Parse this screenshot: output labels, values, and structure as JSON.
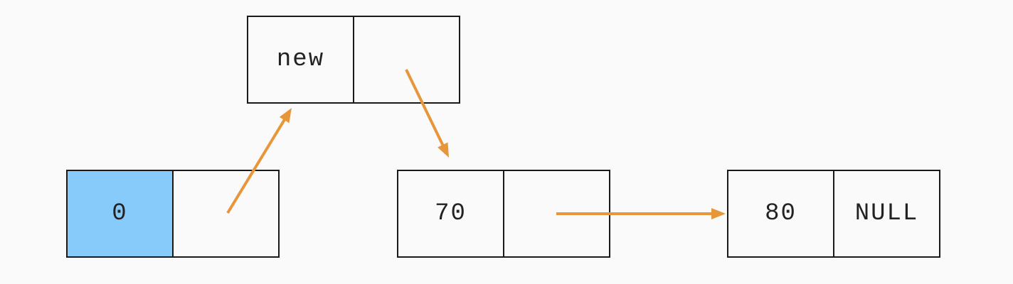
{
  "colors": {
    "arrow": "#e8963a",
    "highlight": "#87cbfb",
    "border": "#1a1a1a"
  },
  "nodes": {
    "head": {
      "data": "0",
      "pointer": ""
    },
    "new": {
      "data": "new",
      "pointer": ""
    },
    "n70": {
      "data": "70",
      "pointer": ""
    },
    "n80": {
      "data": "80",
      "pointer": "NULL"
    }
  },
  "links": [
    {
      "from": "head",
      "to": "new"
    },
    {
      "from": "new",
      "to": "n70"
    },
    {
      "from": "n70",
      "to": "n80"
    }
  ]
}
